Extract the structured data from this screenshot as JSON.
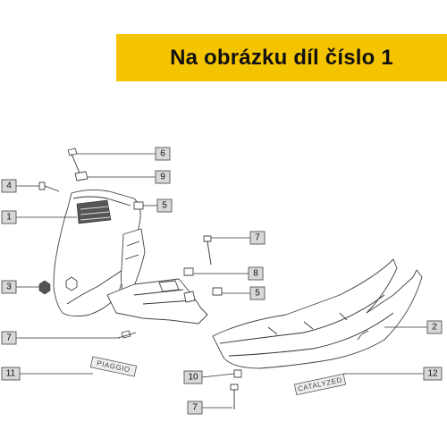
{
  "banner": {
    "title": "Na obrázku díl číslo 1",
    "background": "#f5c400"
  },
  "decals": {
    "piaggio": "PIAGGIO",
    "catalyzed": "CATALYZED"
  },
  "callouts": [
    {
      "id": "c6",
      "label": "6"
    },
    {
      "id": "c9",
      "label": "9"
    },
    {
      "id": "c4",
      "label": "4"
    },
    {
      "id": "c5a",
      "label": "5"
    },
    {
      "id": "c1",
      "label": "1"
    },
    {
      "id": "c7a",
      "label": "7"
    },
    {
      "id": "c8",
      "label": "8"
    },
    {
      "id": "c3",
      "label": "3"
    },
    {
      "id": "c5b",
      "label": "5"
    },
    {
      "id": "c2",
      "label": "2"
    },
    {
      "id": "c7b",
      "label": "7"
    },
    {
      "id": "c11",
      "label": "11"
    },
    {
      "id": "c10",
      "label": "10"
    },
    {
      "id": "c12",
      "label": "12"
    },
    {
      "id": "c7c",
      "label": "7"
    }
  ]
}
